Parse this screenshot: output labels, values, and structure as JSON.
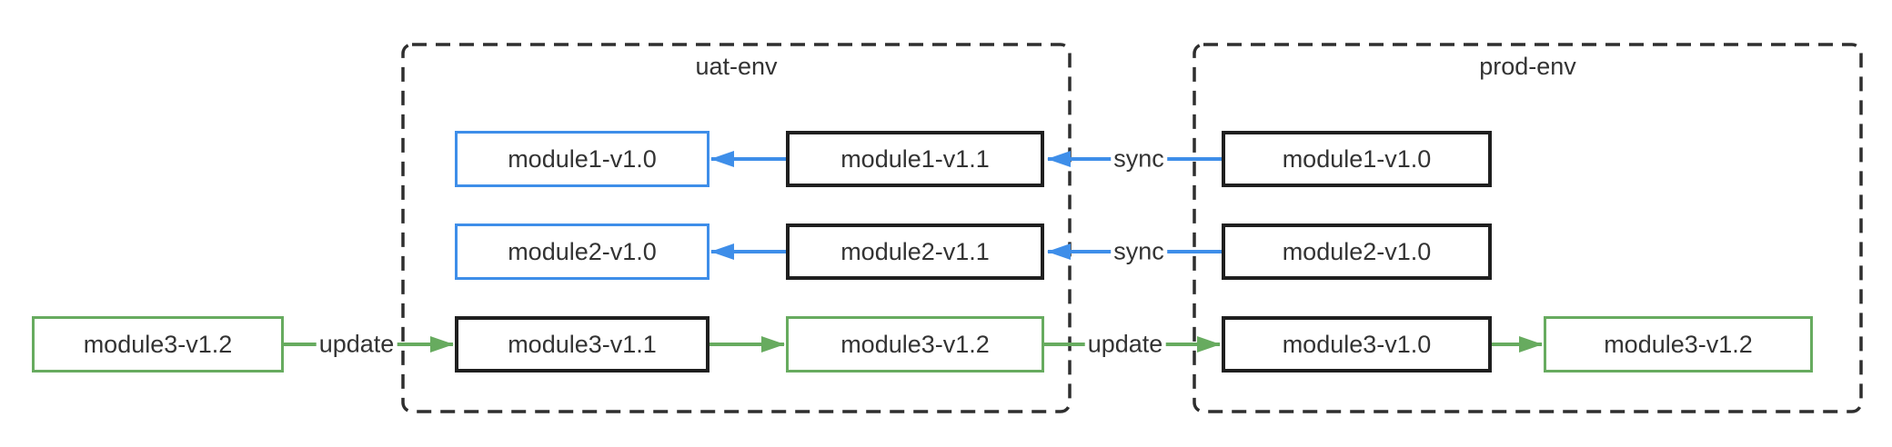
{
  "diagram": {
    "colors": {
      "blue": "#3e8ee9",
      "green": "#67ab5f",
      "node_border_black": "#1f1f1f",
      "container_border": "#2e2e2e",
      "text": "#333333",
      "background": "#ffffff"
    },
    "standalone": {
      "module3_source": {
        "label": "module3-v1.2",
        "border": "green"
      }
    },
    "environments": [
      {
        "name": "uat-env",
        "nodes": [
          {
            "label": "module1-v1.0",
            "border": "blue"
          },
          {
            "label": "module1-v1.1",
            "border": "black"
          },
          {
            "label": "module2-v1.0",
            "border": "blue"
          },
          {
            "label": "module2-v1.1",
            "border": "black"
          },
          {
            "label": "module3-v1.1",
            "border": "black"
          },
          {
            "label": "module3-v1.2",
            "border": "green"
          }
        ]
      },
      {
        "name": "prod-env",
        "nodes": [
          {
            "label": "module1-v1.0",
            "border": "black"
          },
          {
            "label": "module2-v1.0",
            "border": "black"
          },
          {
            "label": "module3-v1.0",
            "border": "black"
          },
          {
            "label": "module3-v1.2",
            "border": "green"
          }
        ]
      }
    ],
    "edges": [
      {
        "label": "sync",
        "from": "prod-env/module1-v1.0",
        "to": "uat-env/module1-v1.1",
        "color": "blue"
      },
      {
        "label": "sync",
        "from": "prod-env/module2-v1.0",
        "to": "uat-env/module2-v1.1",
        "color": "blue"
      },
      {
        "label": "update",
        "from": "module3-v1.2",
        "to": "uat-env/module3-v1.1",
        "color": "green"
      },
      {
        "label": "update",
        "from": "uat-env/module3-v1.2",
        "to": "prod-env/module3-v1.0",
        "color": "green"
      },
      {
        "label": "",
        "from": "uat-env/module1-v1.1",
        "to": "uat-env/module1-v1.0",
        "color": "blue"
      },
      {
        "label": "",
        "from": "uat-env/module2-v1.1",
        "to": "uat-env/module2-v1.0",
        "color": "blue"
      },
      {
        "label": "",
        "from": "uat-env/module3-v1.1",
        "to": "uat-env/module3-v1.2",
        "color": "green"
      },
      {
        "label": "",
        "from": "prod-env/module3-v1.0",
        "to": "prod-env/module3-v1.2",
        "color": "green"
      }
    ]
  }
}
